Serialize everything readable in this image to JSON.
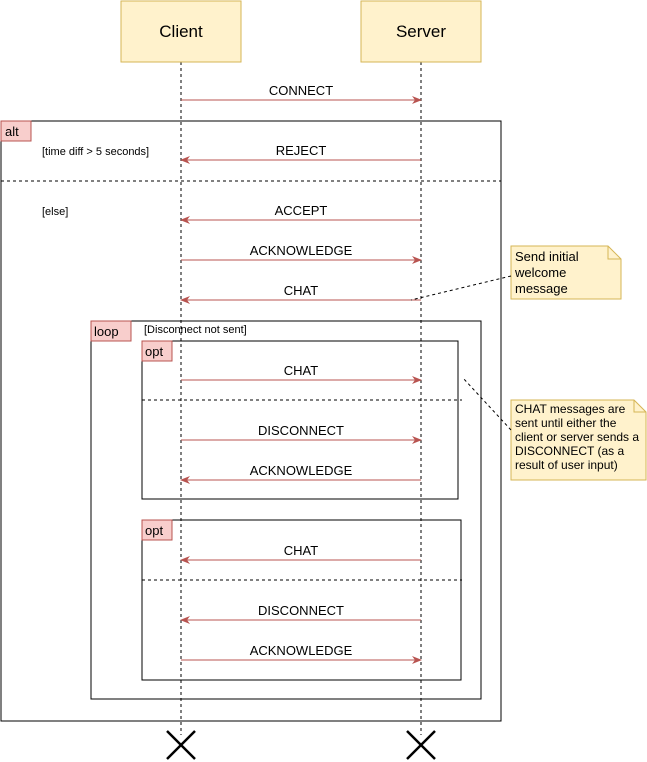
{
  "participants": {
    "client": "Client",
    "server": "Server"
  },
  "messages": {
    "connect": "CONNECT",
    "reject": "REJECT",
    "accept": "ACCEPT",
    "acknowledge_1": "ACKNOWLEDGE",
    "chat_1": "CHAT",
    "chat_2": "CHAT",
    "disconnect_1": "DISCONNECT",
    "acknowledge_2": "ACKNOWLEDGE",
    "chat_3": "CHAT",
    "disconnect_2": "DISCONNECT",
    "acknowledge_3": "ACKNOWLEDGE"
  },
  "frames": {
    "alt": {
      "tag": "alt",
      "guard_1": "[time diff > 5 seconds]",
      "guard_2": "[else]"
    },
    "loop": {
      "tag": "loop",
      "guard": "[Disconnect not sent]"
    },
    "opt_1": {
      "tag": "opt"
    },
    "opt_2": {
      "tag": "opt"
    }
  },
  "notes": {
    "welcome": [
      "Send initial",
      "welcome",
      "message"
    ],
    "chat_info": [
      "CHAT messages are",
      "sent until either the",
      "client or server sends a",
      "DISCONNECT (as a",
      "result of user input)"
    ]
  },
  "colors": {
    "participant_fill": "#fff2cc",
    "participant_stroke": "#d6b656",
    "message_arrow": "#b85450",
    "frame_tag_fill": "#f8cecc",
    "frame_tag_stroke": "#b85450",
    "note_fill": "#fff2cc",
    "note_stroke": "#d6b656"
  }
}
